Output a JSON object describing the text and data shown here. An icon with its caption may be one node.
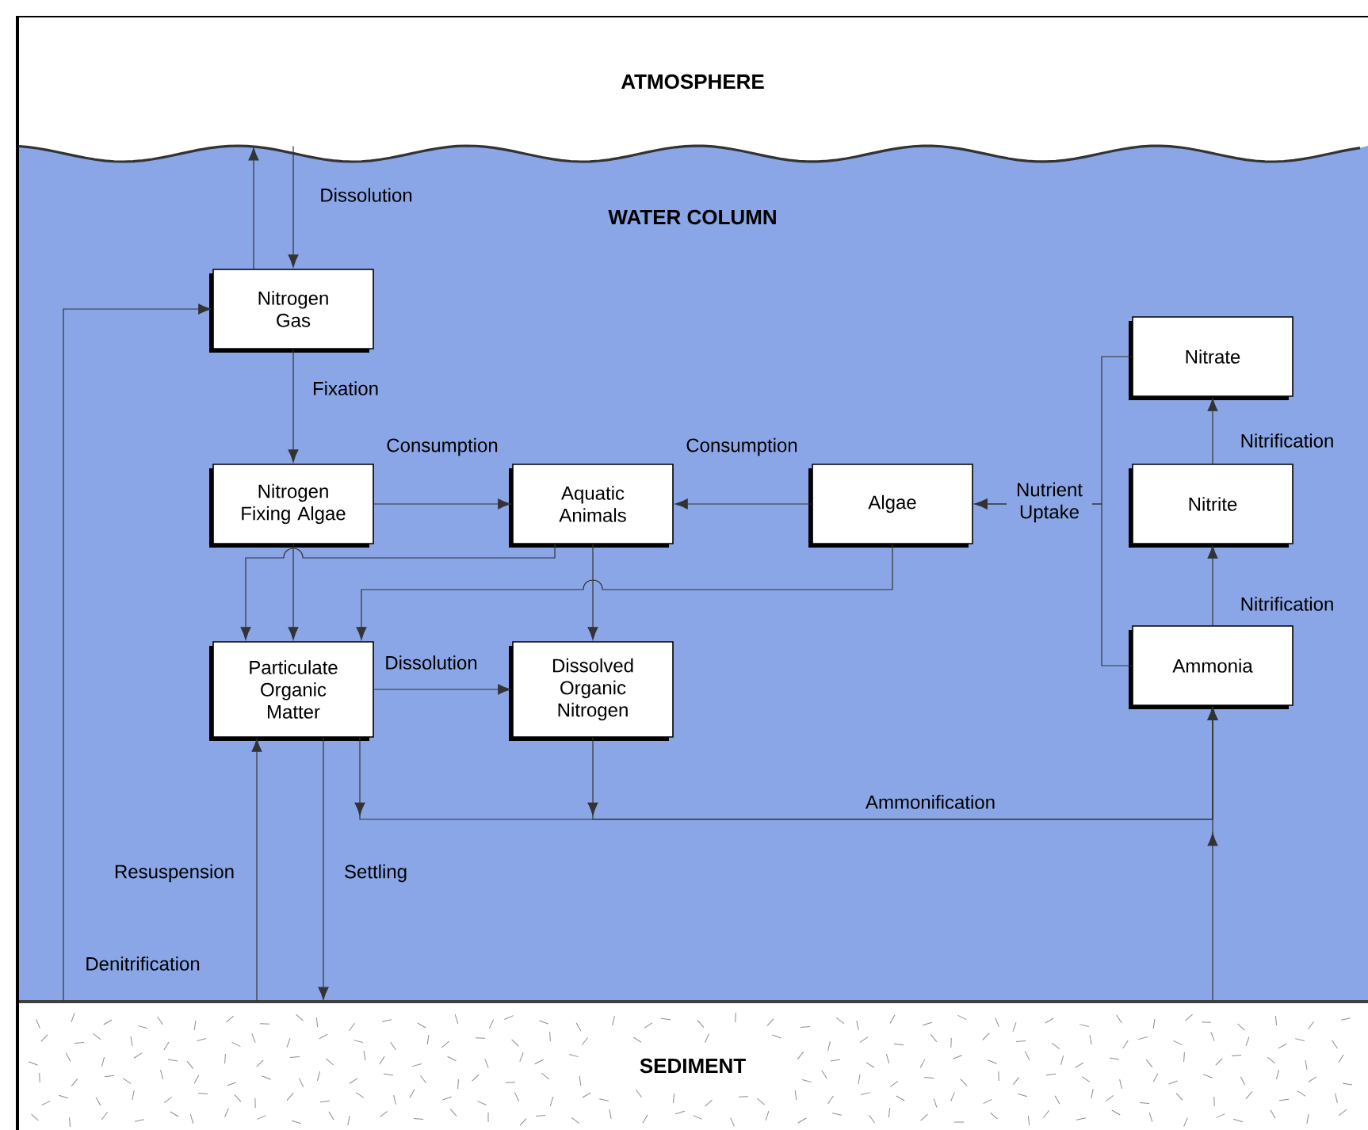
{
  "diagram": {
    "nodes": [
      {
        "text": [
          "ATMOSPHERE"
        ]
      },
      {
        "text": [
          "WATER COLUMN"
        ]
      },
      {
        "text": [
          "SEDIMENT"
        ]
      },
      {
        "text": [
          "Nitrogen Gas"
        ],
        "in": 1
      },
      {
        "text": [
          "Nitrogen Fixing Algae"
        ],
        "in": 1
      },
      {
        "text": [
          "Aquatic Animals"
        ],
        "in": 1
      },
      {
        "text": [
          "Algae"
        ],
        "in": 1
      },
      {
        "text": [
          "Nitrate"
        ],
        "in": 1
      },
      {
        "text": [
          "Nitrite"
        ],
        "in": 1
      },
      {
        "text": [
          "Ammonia"
        ],
        "in": 1
      },
      {
        "text": [
          "Particulate Organic Matter"
        ],
        "in": 1
      },
      {
        "text": [
          "Dissolved Organic Nitrogen"
        ],
        "in": 1
      }
    ],
    "edges": [
      {
        "from": 3,
        "to": 0,
        "arrow": "to"
      },
      {
        "from": 0,
        "to": 3,
        "arrow": "to",
        "label": "Dissolution"
      },
      {
        "from": 3,
        "to": 4,
        "arrow": "to",
        "label": "Fixation"
      },
      {
        "from": 4,
        "to": 5,
        "arrow": "to",
        "label": "Consumption"
      },
      {
        "from": 6,
        "to": 5,
        "arrow": "to",
        "label": "Consumption"
      },
      {
        "from": 7,
        "to": 6,
        "arrow": "to",
        "label": "Nutrient Uptake"
      },
      {
        "from": 9,
        "to": 6,
        "arrow": "to"
      },
      {
        "from": 8,
        "to": 7,
        "arrow": "to",
        "label": "Nitrification"
      },
      {
        "from": 9,
        "to": 8,
        "arrow": "to",
        "label": "Nitrification"
      },
      {
        "from": 4,
        "to": 10,
        "arrow": "to"
      },
      {
        "from": 5,
        "to": 10,
        "arrow": "to"
      },
      {
        "from": 6,
        "to": 10,
        "arrow": "to"
      },
      {
        "from": 5,
        "to": 11,
        "arrow": "to"
      },
      {
        "from": 10,
        "to": 11,
        "arrow": "to",
        "label": "Dissolution"
      },
      {
        "from": 10,
        "to": 9,
        "arrow": "to",
        "label": "Ammonification"
      },
      {
        "from": 11,
        "to": 9,
        "arrow": "to"
      },
      {
        "from": 2,
        "to": 9,
        "arrow": "to"
      },
      {
        "from": 2,
        "to": 3,
        "arrow": "to",
        "label": "Denitrification"
      },
      {
        "from": 2,
        "to": 10,
        "arrow": "to",
        "label": "Resuspension"
      },
      {
        "from": 10,
        "to": 2,
        "arrow": "to",
        "label": "Settling"
      }
    ]
  }
}
